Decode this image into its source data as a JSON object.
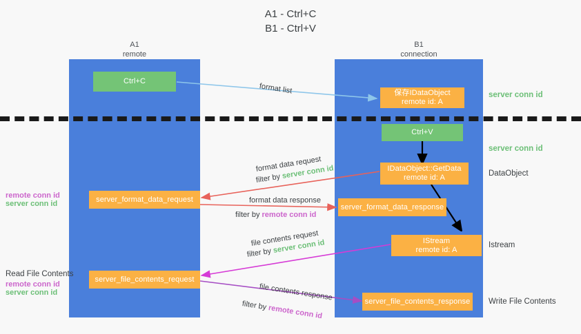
{
  "title_lines": [
    "A1 - Ctrl+C",
    "B1 - Ctrl+V"
  ],
  "colors": {
    "lane": "#4a7fdb",
    "green_box": "#74c476",
    "orange_box": "#fbb144",
    "server_conn_id": "#6cbf77",
    "remote_conn_id": "#cc66cc",
    "arrow_lightblue": "#8ec6ea",
    "arrow_red": "#e8625a",
    "arrow_black": "#000000",
    "arrow_magenta": "#d63bd6",
    "arrow_purple": "#a64ec4",
    "background": "#f8f8f8",
    "divider": "#1a1a1a"
  },
  "columns": {
    "left": {
      "name": "A1",
      "sub": "remote"
    },
    "right": {
      "name": "B1",
      "sub": "connection"
    }
  },
  "left_boxes": [
    {
      "label": "Ctrl+C",
      "kind": "green"
    },
    {
      "label": "server_format_data_request",
      "kind": "orange"
    },
    {
      "label": "server_file_contents_request",
      "kind": "orange"
    }
  ],
  "right_boxes": [
    {
      "line1": "保存IDataObject",
      "line2": "remote id: A",
      "kind": "orange"
    },
    {
      "line1": "Ctrl+V",
      "line2": "",
      "kind": "green"
    },
    {
      "line1": "IDataObject::GetData",
      "line2": "remote id: A",
      "kind": "orange"
    },
    {
      "line1": "server_format_data_response",
      "line2": "",
      "kind": "orange"
    },
    {
      "line1": "IStream",
      "line2": "remote id: A",
      "kind": "orange"
    },
    {
      "line1": "server_file_contents_response",
      "line2": "",
      "kind": "orange"
    }
  ],
  "right_annotations": [
    {
      "text": "server conn id",
      "style": "green"
    },
    {
      "text": "server conn id",
      "style": "green"
    },
    {
      "text": "DataObject",
      "style": "plain"
    },
    {
      "text": "Istream",
      "style": "plain"
    },
    {
      "text": "Write File Contents",
      "style": "plain"
    }
  ],
  "left_annotations": [
    {
      "remote": "remote conn id",
      "server": "server conn id"
    },
    {
      "heading": "Read File Contents",
      "remote": "remote conn id",
      "server": "server conn id"
    }
  ],
  "edge_labels": {
    "format_list": "format list",
    "format_data_request": "format data request",
    "format_data_request_filter_prefix": "filter by ",
    "format_data_request_filter_value": "server conn id",
    "format_data_response": "format data response",
    "format_data_response_filter_prefix": "filter by ",
    "format_data_response_filter_value": "remote conn id",
    "file_contents_request": "file contents request",
    "file_contents_request_filter_prefix": "filter by ",
    "file_contents_request_filter_value": "server conn id",
    "file_contents_response": "file contents response",
    "file_contents_response_filter_prefix": "filter by ",
    "file_contents_response_filter_value": "remote conn id"
  }
}
